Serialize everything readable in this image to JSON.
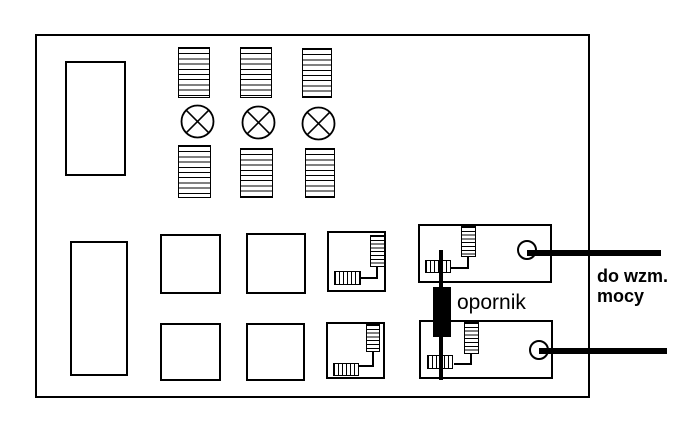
{
  "diagram": {
    "labels": {
      "resistor": "opornik",
      "output_caption_line1": "do wzm.",
      "output_caption_line2": "mocy"
    },
    "colors": {
      "ink": "#000000",
      "paper": "#ffffff"
    },
    "icons": {
      "tube-lamp-icon": "circle-with-diagonal-cross",
      "transformer-coil-icon": "horizontally-striped-rectangle",
      "inductor-vertical-icon": "small-striped-rectangle-vertical",
      "inductor-horizontal-icon": "small-striped-rectangle-horizontal",
      "jack-icon": "small-circle-with-wire-stub",
      "resistor-icon": "solid-black-rectangle-on-wire"
    }
  }
}
